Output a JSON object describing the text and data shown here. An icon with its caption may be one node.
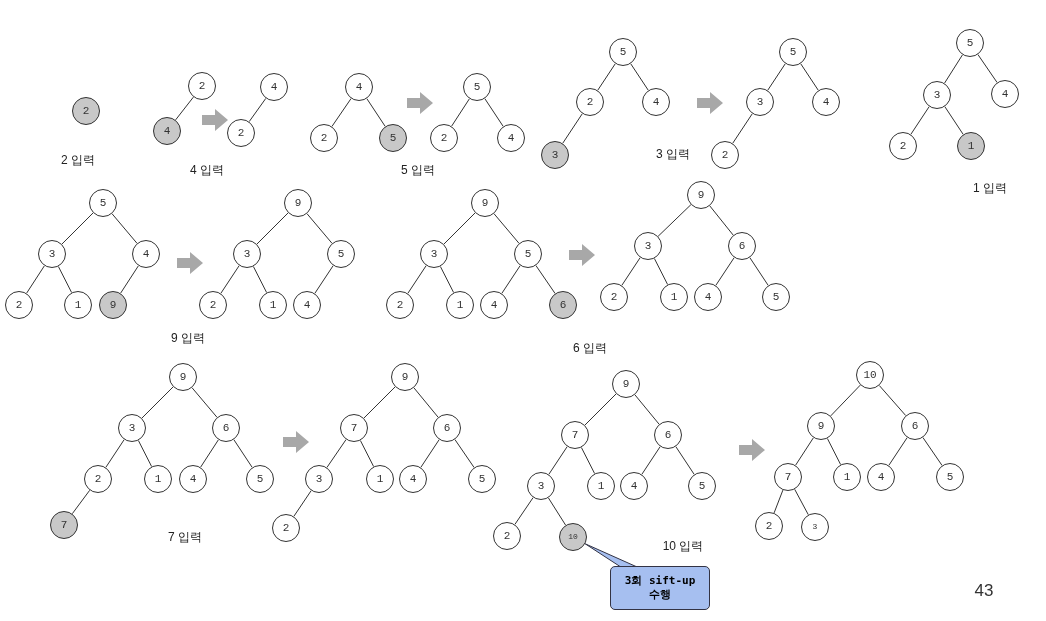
{
  "diagram": {
    "nodes": [
      {
        "text": [
          "2"
        ],
        "in": 85
      },
      {
        "text": [
          "2"
        ],
        "in": 86
      },
      {
        "text": [
          "4"
        ],
        "in": 86
      },
      {
        "text": [
          "4"
        ],
        "in": 87
      },
      {
        "text": [
          "2"
        ],
        "in": 87
      },
      {
        "text": [
          "4"
        ],
        "in": 88
      },
      {
        "text": [
          "2"
        ],
        "in": 88
      },
      {
        "text": [
          "5"
        ],
        "in": 88
      },
      {
        "text": [
          "5"
        ],
        "in": 89
      },
      {
        "text": [
          "2"
        ],
        "in": 89
      },
      {
        "text": [
          "4"
        ],
        "in": 89
      },
      {
        "text": [
          "5"
        ],
        "in": 90
      },
      {
        "text": [
          "2"
        ],
        "in": 90
      },
      {
        "text": [
          "4"
        ],
        "in": 90
      },
      {
        "text": [
          "3"
        ],
        "in": 90
      },
      {
        "text": [
          "5"
        ],
        "in": 91
      },
      {
        "text": [
          "3"
        ],
        "in": 91
      },
      {
        "text": [
          "4"
        ],
        "in": 91
      },
      {
        "text": [
          "2"
        ],
        "in": 91
      },
      {
        "text": [
          "5"
        ],
        "in": 92
      },
      {
        "text": [
          "3"
        ],
        "in": 92
      },
      {
        "text": [
          "4"
        ],
        "in": 92
      },
      {
        "text": [
          "2"
        ],
        "in": 92
      },
      {
        "text": [
          "1"
        ],
        "in": 92
      },
      {
        "text": [
          "5"
        ],
        "in": 93
      },
      {
        "text": [
          "3"
        ],
        "in": 93
      },
      {
        "text": [
          "4"
        ],
        "in": 93
      },
      {
        "text": [
          "2"
        ],
        "in": 93
      },
      {
        "text": [
          "1"
        ],
        "in": 93
      },
      {
        "text": [
          "9"
        ],
        "in": 93
      },
      {
        "text": [
          "9"
        ],
        "in": 94
      },
      {
        "text": [
          "3"
        ],
        "in": 94
      },
      {
        "text": [
          "5"
        ],
        "in": 94
      },
      {
        "text": [
          "2"
        ],
        "in": 94
      },
      {
        "text": [
          "1"
        ],
        "in": 94
      },
      {
        "text": [
          "4"
        ],
        "in": 94
      },
      {
        "text": [
          "9"
        ],
        "in": 95
      },
      {
        "text": [
          "3"
        ],
        "in": 95
      },
      {
        "text": [
          "5"
        ],
        "in": 95
      },
      {
        "text": [
          "2"
        ],
        "in": 95
      },
      {
        "text": [
          "1"
        ],
        "in": 95
      },
      {
        "text": [
          "4"
        ],
        "in": 95
      },
      {
        "text": [
          "6"
        ],
        "in": 95
      },
      {
        "text": [
          "9"
        ],
        "in": 96
      },
      {
        "text": [
          "3"
        ],
        "in": 96
      },
      {
        "text": [
          "6"
        ],
        "in": 96
      },
      {
        "text": [
          "2"
        ],
        "in": 96
      },
      {
        "text": [
          "1"
        ],
        "in": 96
      },
      {
        "text": [
          "4"
        ],
        "in": 96
      },
      {
        "text": [
          "5"
        ],
        "in": 96
      },
      {
        "text": [
          "9"
        ],
        "in": 97
      },
      {
        "text": [
          "3"
        ],
        "in": 97
      },
      {
        "text": [
          "6"
        ],
        "in": 97
      },
      {
        "text": [
          "2"
        ],
        "in": 97
      },
      {
        "text": [
          "1"
        ],
        "in": 97
      },
      {
        "text": [
          "4"
        ],
        "in": 97
      },
      {
        "text": [
          "5"
        ],
        "in": 97
      },
      {
        "text": [
          "7"
        ],
        "in": 97
      },
      {
        "text": [
          "9"
        ],
        "in": 98
      },
      {
        "text": [
          "7"
        ],
        "in": 98
      },
      {
        "text": [
          "6"
        ],
        "in": 98
      },
      {
        "text": [
          "3"
        ],
        "in": 98
      },
      {
        "text": [
          "1"
        ],
        "in": 98
      },
      {
        "text": [
          "4"
        ],
        "in": 98
      },
      {
        "text": [
          "5"
        ],
        "in": 98
      },
      {
        "text": [
          "2"
        ],
        "in": 98
      },
      {
        "text": [
          "9"
        ],
        "in": 99
      },
      {
        "text": [
          "7"
        ],
        "in": 99
      },
      {
        "text": [
          "6"
        ],
        "in": 99
      },
      {
        "text": [
          "3"
        ],
        "in": 99
      },
      {
        "text": [
          "1"
        ],
        "in": 99
      },
      {
        "text": [
          "4"
        ],
        "in": 99
      },
      {
        "text": [
          "5"
        ],
        "in": 99
      },
      {
        "text": [
          "2"
        ],
        "in": 99
      },
      {
        "text": [
          "10"
        ],
        "in": 99
      },
      {
        "text": [
          "10"
        ],
        "in": 100
      },
      {
        "text": [
          "9"
        ],
        "in": 100
      },
      {
        "text": [
          "6"
        ],
        "in": 100
      },
      {
        "text": [
          "7"
        ],
        "in": 100
      },
      {
        "text": [
          "1"
        ],
        "in": 100
      },
      {
        "text": [
          "4"
        ],
        "in": 100
      },
      {
        "text": [
          "5"
        ],
        "in": 100
      },
      {
        "text": [
          "2"
        ],
        "in": 100
      },
      {
        "text": [
          "3"
        ],
        "in": 100
      },
      {
        "text": [
          "3회 sift-up수행"
        ]
      },
      {
        "text": [],
        "shape": "tree"
      },
      {
        "text": [],
        "shape": "tree"
      },
      {
        "text": [],
        "shape": "tree"
      },
      {
        "text": [],
        "shape": "tree"
      },
      {
        "text": [],
        "shape": "tree"
      },
      {
        "text": [],
        "shape": "tree"
      },
      {
        "text": [],
        "shape": "tree"
      },
      {
        "text": [],
        "shape": "tree"
      },
      {
        "text": [],
        "shape": "tree"
      },
      {
        "text": [],
        "shape": "tree"
      },
      {
        "text": [],
        "shape": "tree"
      },
      {
        "text": [],
        "shape": "tree"
      },
      {
        "text": [],
        "shape": "tree"
      },
      {
        "text": [],
        "shape": "tree"
      },
      {
        "text": [],
        "shape": "tree"
      },
      {
        "text": [],
        "shape": "tree"
      }
    ],
    "edges": [
      {
        "from": 1,
        "to": 2,
        "arrow": "none"
      },
      {
        "from": 3,
        "to": 4,
        "arrow": "none"
      },
      {
        "from": 5,
        "to": 6,
        "arrow": "none"
      },
      {
        "from": 5,
        "to": 7,
        "arrow": "none"
      },
      {
        "from": 8,
        "to": 9,
        "arrow": "none"
      },
      {
        "from": 8,
        "to": 10,
        "arrow": "none"
      },
      {
        "from": 11,
        "to": 12,
        "arrow": "none"
      },
      {
        "from": 11,
        "to": 13,
        "arrow": "none"
      },
      {
        "from": 12,
        "to": 14,
        "arrow": "none"
      },
      {
        "from": 15,
        "to": 16,
        "arrow": "none"
      },
      {
        "from": 15,
        "to": 17,
        "arrow": "none"
      },
      {
        "from": 16,
        "to": 18,
        "arrow": "none"
      },
      {
        "from": 19,
        "to": 20,
        "arrow": "none"
      },
      {
        "from": 19,
        "to": 21,
        "arrow": "none"
      },
      {
        "from": 20,
        "to": 22,
        "arrow": "none"
      },
      {
        "from": 20,
        "to": 23,
        "arrow": "none"
      },
      {
        "from": 24,
        "to": 25,
        "arrow": "none"
      },
      {
        "from": 24,
        "to": 26,
        "arrow": "none"
      },
      {
        "from": 25,
        "to": 27,
        "arrow": "none"
      },
      {
        "from": 25,
        "to": 28,
        "arrow": "none"
      },
      {
        "from": 26,
        "to": 29,
        "arrow": "none"
      },
      {
        "from": 30,
        "to": 31,
        "arrow": "none"
      },
      {
        "from": 30,
        "to": 32,
        "arrow": "none"
      },
      {
        "from": 31,
        "to": 33,
        "arrow": "none"
      },
      {
        "from": 31,
        "to": 34,
        "arrow": "none"
      },
      {
        "from": 32,
        "to": 35,
        "arrow": "none"
      },
      {
        "from": 36,
        "to": 37,
        "arrow": "none"
      },
      {
        "from": 36,
        "to": 38,
        "arrow": "none"
      },
      {
        "from": 37,
        "to": 39,
        "arrow": "none"
      },
      {
        "from": 37,
        "to": 40,
        "arrow": "none"
      },
      {
        "from": 38,
        "to": 41,
        "arrow": "none"
      },
      {
        "from": 38,
        "to": 42,
        "arrow": "none"
      },
      {
        "from": 43,
        "to": 44,
        "arrow": "none"
      },
      {
        "from": 43,
        "to": 45,
        "arrow": "none"
      },
      {
        "from": 44,
        "to": 46,
        "arrow": "none"
      },
      {
        "from": 44,
        "to": 47,
        "arrow": "none"
      },
      {
        "from": 45,
        "to": 48,
        "arrow": "none"
      },
      {
        "from": 45,
        "to": 49,
        "arrow": "none"
      },
      {
        "from": 50,
        "to": 51,
        "arrow": "none"
      },
      {
        "from": 50,
        "to": 52,
        "arrow": "none"
      },
      {
        "from": 51,
        "to": 53,
        "arrow": "none"
      },
      {
        "from": 51,
        "to": 54,
        "arrow": "none"
      },
      {
        "from": 52,
        "to": 55,
        "arrow": "none"
      },
      {
        "from": 52,
        "to": 56,
        "arrow": "none"
      },
      {
        "from": 53,
        "to": 57,
        "arrow": "none"
      },
      {
        "from": 58,
        "to": 59,
        "arrow": "none"
      },
      {
        "from": 58,
        "to": 60,
        "arrow": "none"
      },
      {
        "from": 59,
        "to": 61,
        "arrow": "none"
      },
      {
        "from": 59,
        "to": 62,
        "arrow": "none"
      },
      {
        "from": 60,
        "to": 63,
        "arrow": "none"
      },
      {
        "from": 60,
        "to": 64,
        "arrow": "none"
      },
      {
        "from": 61,
        "to": 65,
        "arrow": "none"
      },
      {
        "from": 66,
        "to": 67,
        "arrow": "none"
      },
      {
        "from": 66,
        "to": 68,
        "arrow": "none"
      },
      {
        "from": 67,
        "to": 69,
        "arrow": "none"
      },
      {
        "from": 67,
        "to": 70,
        "arrow": "none"
      },
      {
        "from": 68,
        "to": 71,
        "arrow": "none"
      },
      {
        "from": 68,
        "to": 72,
        "arrow": "none"
      },
      {
        "from": 69,
        "to": 73,
        "arrow": "none"
      },
      {
        "from": 69,
        "to": 74,
        "arrow": "none"
      },
      {
        "from": 75,
        "to": 76,
        "arrow": "none"
      },
      {
        "from": 75,
        "to": 77,
        "arrow": "none"
      },
      {
        "from": 76,
        "to": 78,
        "arrow": "none"
      },
      {
        "from": 76,
        "to": 79,
        "arrow": "none"
      },
      {
        "from": 77,
        "to": 80,
        "arrow": "none"
      },
      {
        "from": 77,
        "to": 81,
        "arrow": "none"
      },
      {
        "from": 78,
        "to": 82,
        "arrow": "none"
      },
      {
        "from": 78,
        "to": 83,
        "arrow": "none"
      },
      {
        "from": 84,
        "to": 74,
        "arrow": "none"
      },
      {
        "from": 86,
        "to": 87,
        "arrow": "to"
      },
      {
        "from": 88,
        "to": 89,
        "arrow": "to"
      },
      {
        "from": 90,
        "to": 91,
        "arrow": "to"
      },
      {
        "from": 93,
        "to": 94,
        "arrow": "to"
      },
      {
        "from": 95,
        "to": 96,
        "arrow": "to"
      },
      {
        "from": 97,
        "to": 98,
        "arrow": "to"
      },
      {
        "from": 99,
        "to": 100,
        "arrow": "to"
      }
    ],
    "labels": [
      "2 입력",
      "4 입력",
      "5 입력",
      "3 입력",
      "1 입력",
      "9 입력",
      "6 입력",
      "7 입력",
      "10 입력",
      "43"
    ]
  }
}
